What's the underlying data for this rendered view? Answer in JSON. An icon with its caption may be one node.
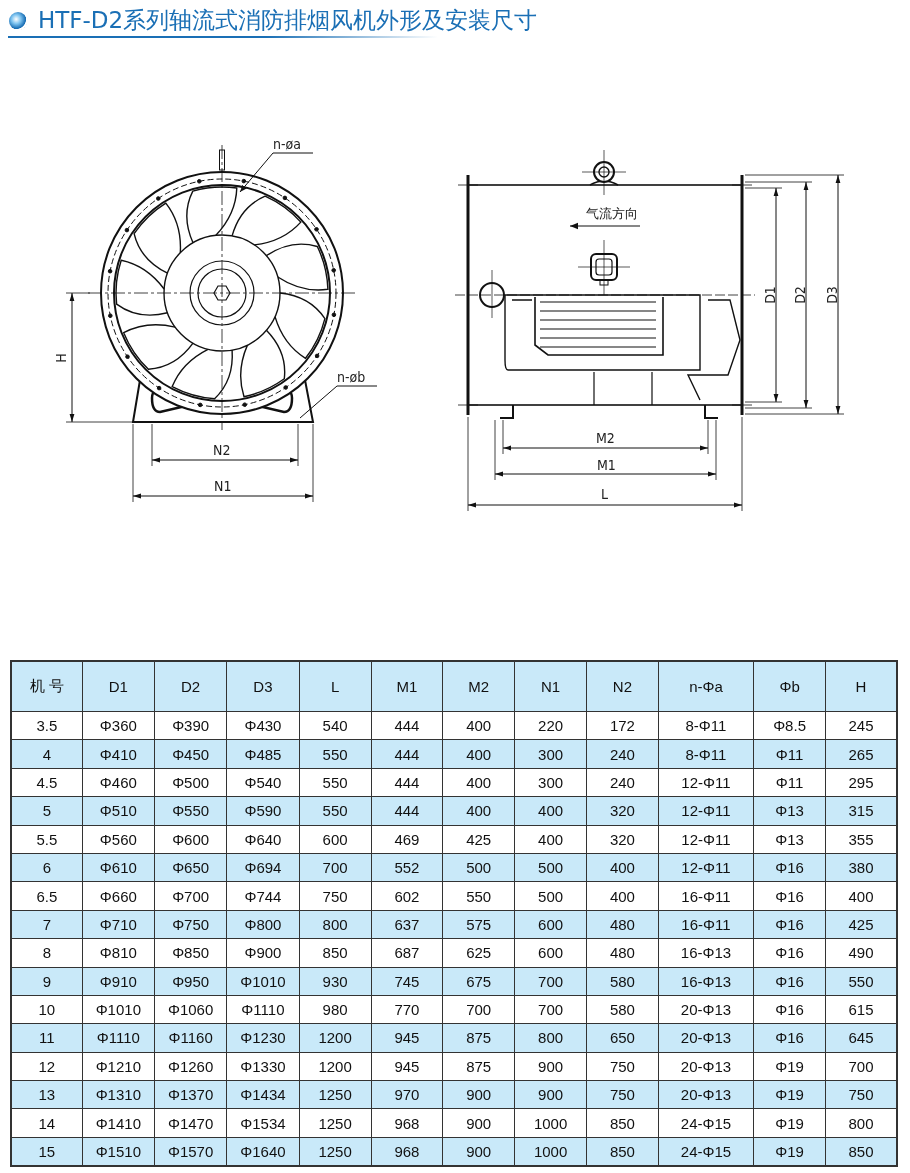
{
  "diagram": {
    "title": "HTF-D2系列轴流式消防排烟风机外形及安装尺寸",
    "nodes": [
      {
        "text": [
          "n-øa"
        ]
      },
      {
        "text": [
          "n-øb"
        ]
      }
    ],
    "edges": [
      {
        "from": 0,
        "to": null,
        "arrow": "to"
      },
      {
        "from": 1,
        "to": null,
        "arrow": "none"
      }
    ],
    "labels": [
      "H",
      "N2",
      "N1",
      "气流方向",
      "D1",
      "D2",
      "D3",
      "M2",
      "M1",
      "L",
      "机 号",
      "D1",
      "D2",
      "D3",
      "L",
      "M1",
      "M2",
      "N1",
      "N2",
      "n-Φa",
      "Φb",
      "H",
      "3.5",
      "Φ360",
      "Φ390",
      "Φ430",
      "540",
      "444",
      "400",
      "220",
      "172",
      "8-Φ11",
      "Φ8.5",
      "245",
      "4",
      "Φ410",
      "Φ450",
      "Φ485",
      "550",
      "444",
      "400",
      "300",
      "240",
      "8-Φ11",
      "Φ11",
      "265",
      "4.5",
      "Φ460",
      "Φ500",
      "Φ540",
      "550",
      "444",
      "400",
      "300",
      "240",
      "12-Φ11",
      "Φ11",
      "295",
      "5",
      "Φ510",
      "Φ550",
      "Φ590",
      "550",
      "444",
      "400",
      "400",
      "320",
      "12-Φ11",
      "Φ13",
      "315",
      "5.5",
      "Φ560",
      "Φ600",
      "Φ640",
      "600",
      "469",
      "425",
      "400",
      "320",
      "12-Φ11",
      "Φ13",
      "355",
      "6",
      "Φ610",
      "Φ650",
      "Φ694",
      "700",
      "552",
      "500",
      "500",
      "400",
      "12-Φ11",
      "Φ16",
      "380",
      "6.5",
      "Φ660",
      "Φ700",
      "Φ744",
      "750",
      "602",
      "550",
      "500",
      "400",
      "16-Φ11",
      "Φ16",
      "400",
      "7",
      "Φ710",
      "Φ750",
      "Φ800",
      "800",
      "637",
      "575",
      "600",
      "480",
      "16-Φ11",
      "Φ16",
      "425",
      "8",
      "Φ810",
      "Φ850",
      "Φ900",
      "850",
      "687",
      "625",
      "600",
      "480",
      "16-Φ13",
      "Φ16",
      "490",
      "9",
      "Φ910",
      "Φ950",
      "Φ1010",
      "930",
      "745",
      "675",
      "700",
      "580",
      "16-Φ13",
      "Φ16",
      "550",
      "10",
      "Φ1010",
      "Φ1060",
      "Φ1110",
      "980",
      "770",
      "700",
      "700",
      "580",
      "20-Φ13",
      "Φ16",
      "615",
      "11",
      "Φ1110",
      "Φ1160",
      "Φ1230",
      "1200",
      "945",
      "875",
      "800",
      "650",
      "20-Φ13",
      "Φ16",
      "645",
      "12",
      "Φ1210",
      "Φ1260",
      "Φ1330",
      "1200",
      "945",
      "875",
      "900",
      "750",
      "20-Φ13",
      "Φ19",
      "700",
      "13",
      "Φ1310",
      "Φ1370",
      "Φ1434",
      "1250",
      "970",
      "900",
      "900",
      "750",
      "20-Φ13",
      "Φ19",
      "750",
      "14",
      "Φ1410",
      "Φ1470",
      "Φ1534",
      "1250",
      "968",
      "900",
      "1000",
      "850",
      "24-Φ15",
      "Φ19",
      "800",
      "15",
      "Φ1510",
      "Φ1570",
      "Φ1640",
      "1250",
      "968",
      "900",
      "1000",
      "850",
      "24-Φ15",
      "Φ19",
      "850"
    ]
  }
}
